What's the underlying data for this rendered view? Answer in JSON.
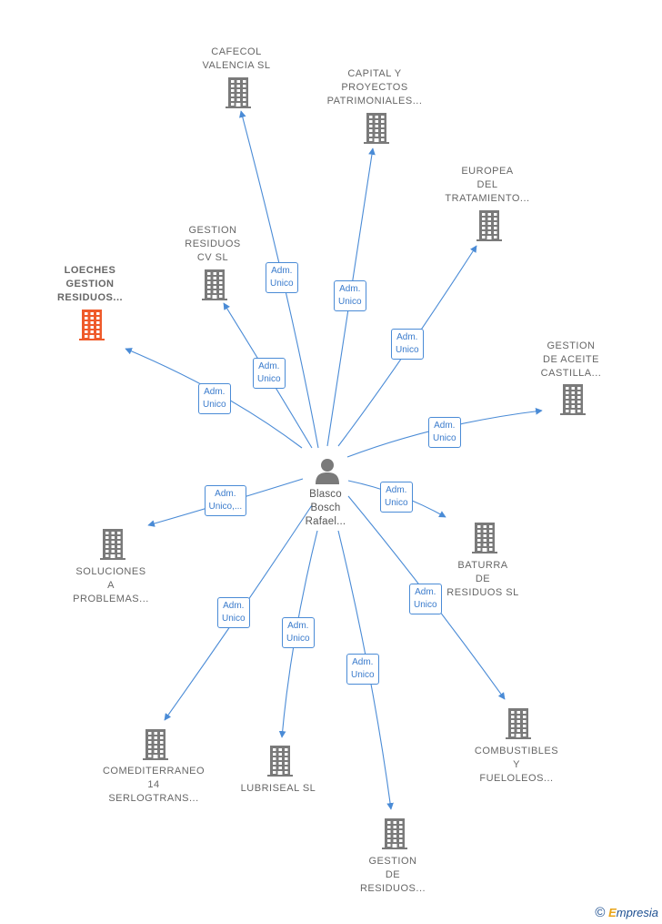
{
  "center": {
    "label": "Blasco\nBosch\nRafael..."
  },
  "colors": {
    "edge": "#4a8bd6",
    "building": "#7a7a7a",
    "highlight": "#ef5a2a"
  },
  "companies": [
    {
      "id": "cafecol",
      "label": "CAFECOL\nVALENCIA  SL",
      "rel": "Adm.\nUnico"
    },
    {
      "id": "capital",
      "label": "CAPITAL Y\nPROYECTOS\nPATRIMONIALES...",
      "rel": "Adm.\nUnico"
    },
    {
      "id": "europea",
      "label": "EUROPEA\nDEL\nTRATAMIENTO...",
      "rel": "Adm.\nUnico"
    },
    {
      "id": "gestion-cv",
      "label": "GESTION\nRESIDUOS\nCV  SL",
      "rel": "Adm.\nUnico"
    },
    {
      "id": "loeches",
      "label": "LOECHES\nGESTION\nRESIDUOS...",
      "rel": "Adm.\nUnico"
    },
    {
      "id": "aceite",
      "label": "GESTION\nDE ACEITE\nCASTILLA...",
      "rel": "Adm.\nUnico"
    },
    {
      "id": "soluciones",
      "label": "SOLUCIONES\nA\nPROBLEMAS...",
      "rel": "Adm.\nUnico,..."
    },
    {
      "id": "baturra",
      "label": "BATURRA\nDE\nRESIDUOS  SL",
      "rel": "Adm.\nUnico"
    },
    {
      "id": "combustibles",
      "label": "COMBUSTIBLES\nY\nFUELOLEOS...",
      "rel": "Adm.\nUnico"
    },
    {
      "id": "comediterraneo",
      "label": "COMEDITERRANEO\n14\nSERLOGTRANS...",
      "rel": "Adm.\nUnico"
    },
    {
      "id": "lubriseal",
      "label": "LUBRISEAL  SL",
      "rel": "Adm.\nUnico"
    },
    {
      "id": "gestion-res",
      "label": "GESTION\nDE\nRESIDUOS...",
      "rel": "Adm.\nUnico"
    }
  ],
  "footer": {
    "copyright": "©",
    "brand_e": "E",
    "brand_rest": "mpresia"
  }
}
